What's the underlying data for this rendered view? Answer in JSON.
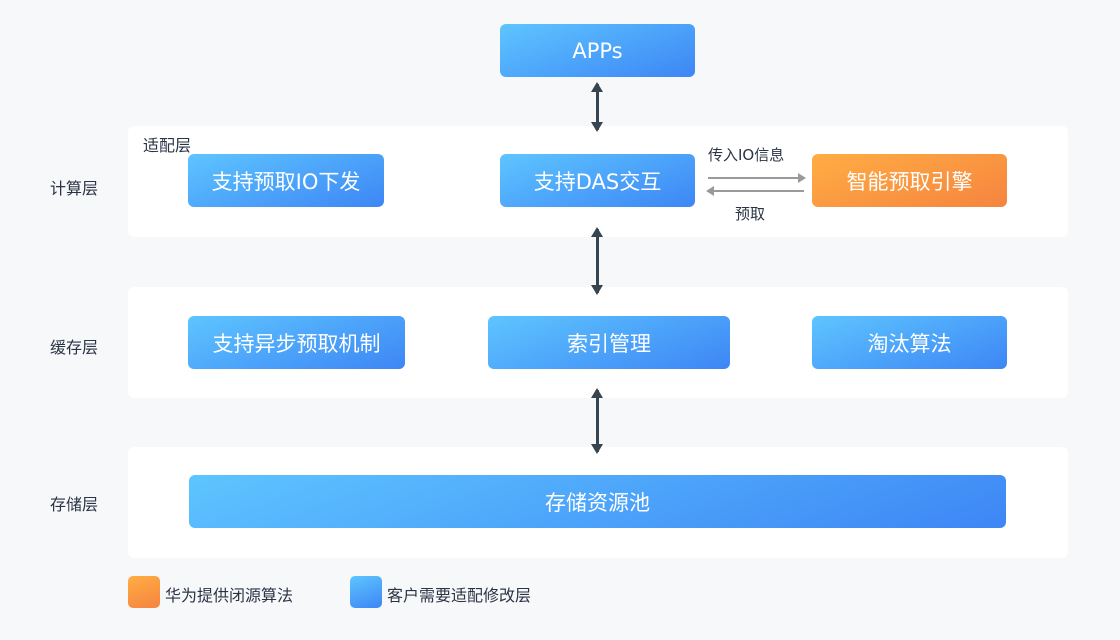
{
  "layers": {
    "compute": "计算层",
    "cache": "缓存层",
    "storage": "存储层"
  },
  "adapter_label": "适配层",
  "boxes": {
    "apps": "APPs",
    "prefetch_io": "支持预取IO下发",
    "das": "支持DAS交互",
    "engine": "智能预取引擎",
    "async": "支持异步预取机制",
    "index": "索引管理",
    "evict": "淘汰算法",
    "pool": "存储资源池"
  },
  "arrows": {
    "to_engine": "传入IO信息",
    "from_engine": "预取"
  },
  "legend": [
    {
      "label": "华为提供闭源算法",
      "color": "#f5843f"
    },
    {
      "label": "客户需要适配修改层",
      "color": "#3d86f5"
    }
  ]
}
